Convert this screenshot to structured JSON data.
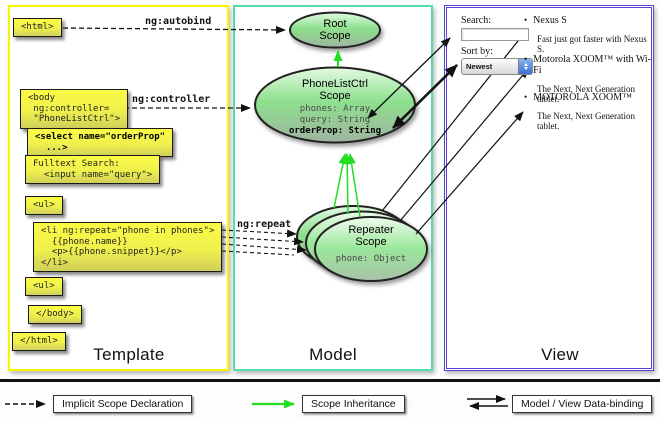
{
  "template_panel": {
    "label": "Template",
    "boxes": {
      "html_open": "<html>",
      "body_open": "<body\n ng:controller=\n \"PhoneListCtrl\">",
      "select": "<select name=\"orderProp\"\n  ...>",
      "fulltext": "Fulltext Search:\n  <input name=\"query\">",
      "ul_open": "<ul>",
      "li_repeat": "<li ng:repeat=\"phone in phones\">\n  {{phone.name}}\n  <p>{{phone.snippet}}</p>\n</li>",
      "ul_close": "<ul>",
      "body_close": "</body>",
      "html_close": "</html>"
    },
    "arrow_labels": {
      "autobind": "ng:autobind",
      "controller": "ng:controller",
      "repeat": "ng:repeat"
    }
  },
  "model_panel": {
    "label": "Model",
    "root_scope_title": "Root\nScope",
    "phonelist_title": "PhoneListCtrl\nScope",
    "phonelist_props": [
      "phones: Array",
      "query: String",
      "orderProp: String"
    ],
    "repeater_title": "Repeater\nScope",
    "repeater_prop": "phone: Object"
  },
  "view_panel": {
    "label": "View",
    "search_label": "Search:",
    "sort_label": "Sort by:",
    "sort_value": "Newest",
    "items": [
      {
        "bullet": "•",
        "name": "Nexus S",
        "desc": "Fast just got faster with Nexus S."
      },
      {
        "bullet": "•",
        "name": "Motorola XOOM™ with Wi-Fi",
        "desc": "The Next, Next Generation tablet."
      },
      {
        "bullet": "•",
        "name": "MOTOROLA XOOM™",
        "desc": "The Next, Next Generation tablet."
      }
    ]
  },
  "legend": {
    "implicit": "Implicit Scope Declaration",
    "inheritance": "Scope Inheritance",
    "databinding": "Model / View Data-binding"
  },
  "colors": {
    "template_border": "#f6f600",
    "model_border": "#55dcaa",
    "view_border": "#5a43d4",
    "code_box_yellow": "#fbfb45",
    "scope_green": "#8ee08e",
    "arrow_green": "#22dd22"
  }
}
